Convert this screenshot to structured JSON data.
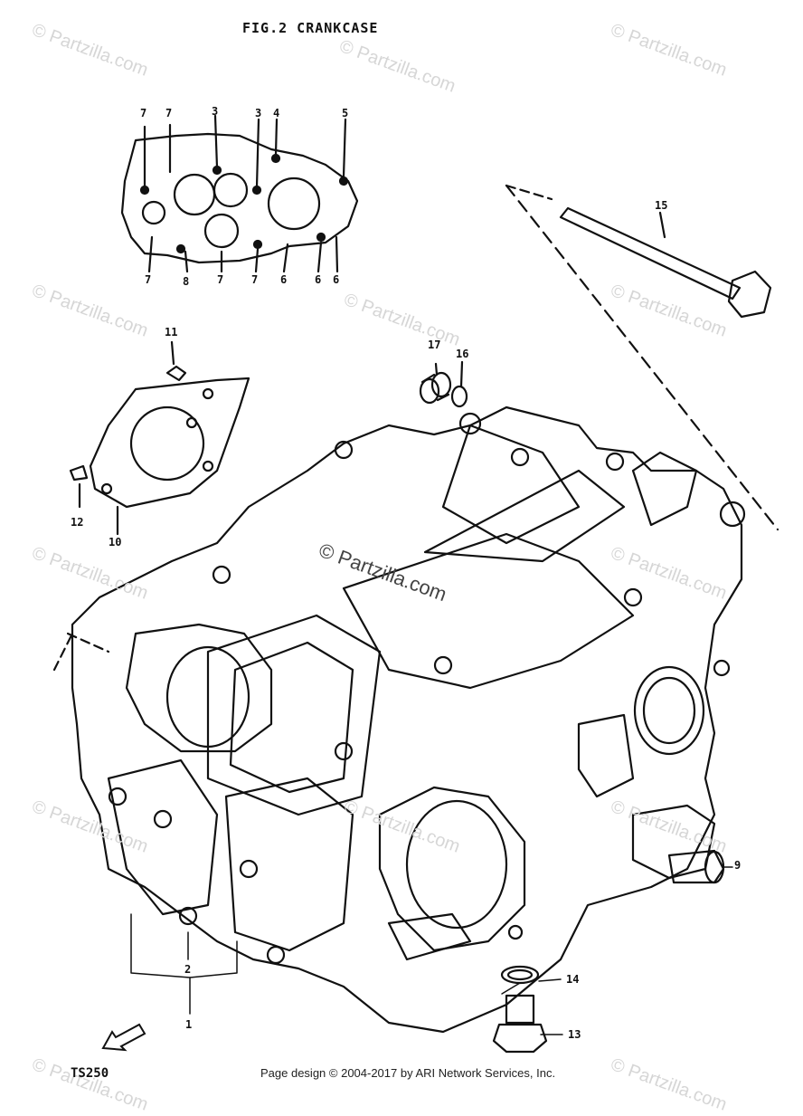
{
  "title": "FIG.2  CRANKCASE",
  "model": "TS250",
  "footer": "Page design © 2004-2017 by ARI Network Services, Inc.",
  "watermark": "© Partzilla.com",
  "callouts": {
    "c1": "1",
    "c2": "2",
    "c3a": "3",
    "c3b": "3",
    "c4": "4",
    "c5": "5",
    "c6a": "6",
    "c6b": "6",
    "c6c": "6",
    "c7a": "7",
    "c7b": "7",
    "c7c": "7",
    "c7d": "7",
    "c7e": "7",
    "c8": "8",
    "c9": "9",
    "c10": "10",
    "c11": "11",
    "c12": "12",
    "c13": "13",
    "c14": "14",
    "c15": "15",
    "c16": "16",
    "c17": "17"
  },
  "icons": {
    "direction": "front-arrow-icon"
  }
}
